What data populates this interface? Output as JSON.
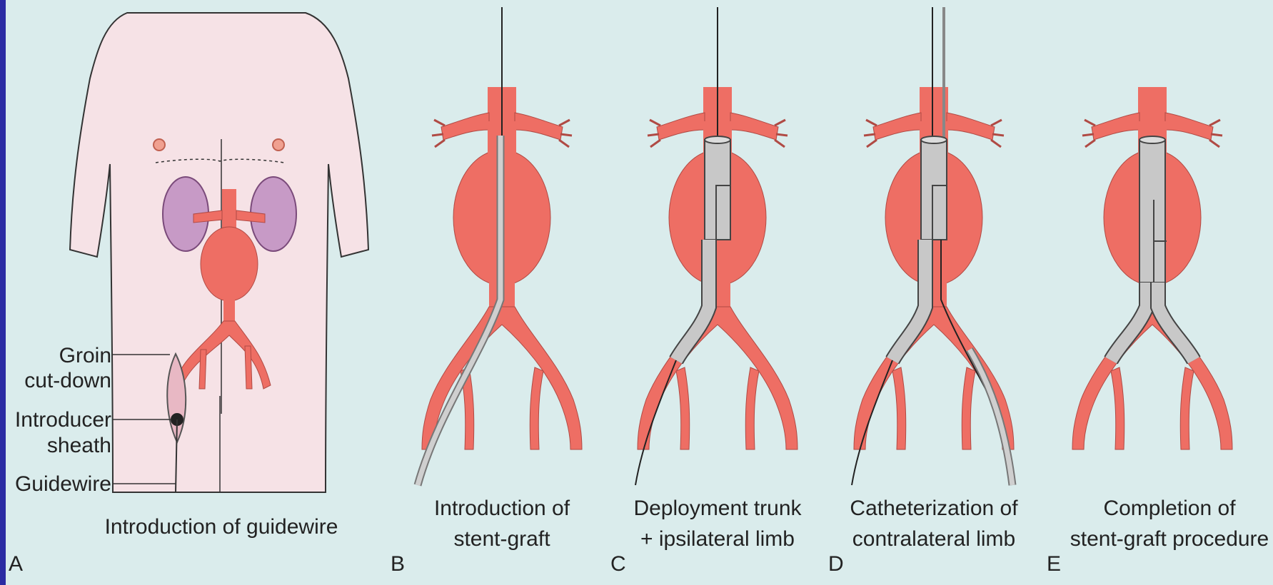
{
  "labels": {
    "groin_1": "Groin",
    "groin_2": "cut-down",
    "introducer_1": "Introducer",
    "introducer_2": "sheath",
    "guidewire": "Guidewire"
  },
  "panels": [
    {
      "letter": "A",
      "caption": [
        "Introduction of guidewire"
      ]
    },
    {
      "letter": "B",
      "caption": [
        "Introduction of",
        "stent-graft"
      ]
    },
    {
      "letter": "C",
      "caption": [
        "Deployment trunk",
        "+ ipsilateral limb"
      ]
    },
    {
      "letter": "D",
      "caption": [
        "Catheterization of",
        "contralateral limb"
      ]
    },
    {
      "letter": "E",
      "caption": [
        "Completion of",
        "stent-graft procedure"
      ]
    }
  ],
  "colors": {
    "background": "#daecec",
    "frame": "#2b2ba3",
    "vessel": "#ee6e64",
    "skin": "#f6e2e6",
    "kidney": "#c79ac6",
    "graft": "#c8c8c8"
  }
}
